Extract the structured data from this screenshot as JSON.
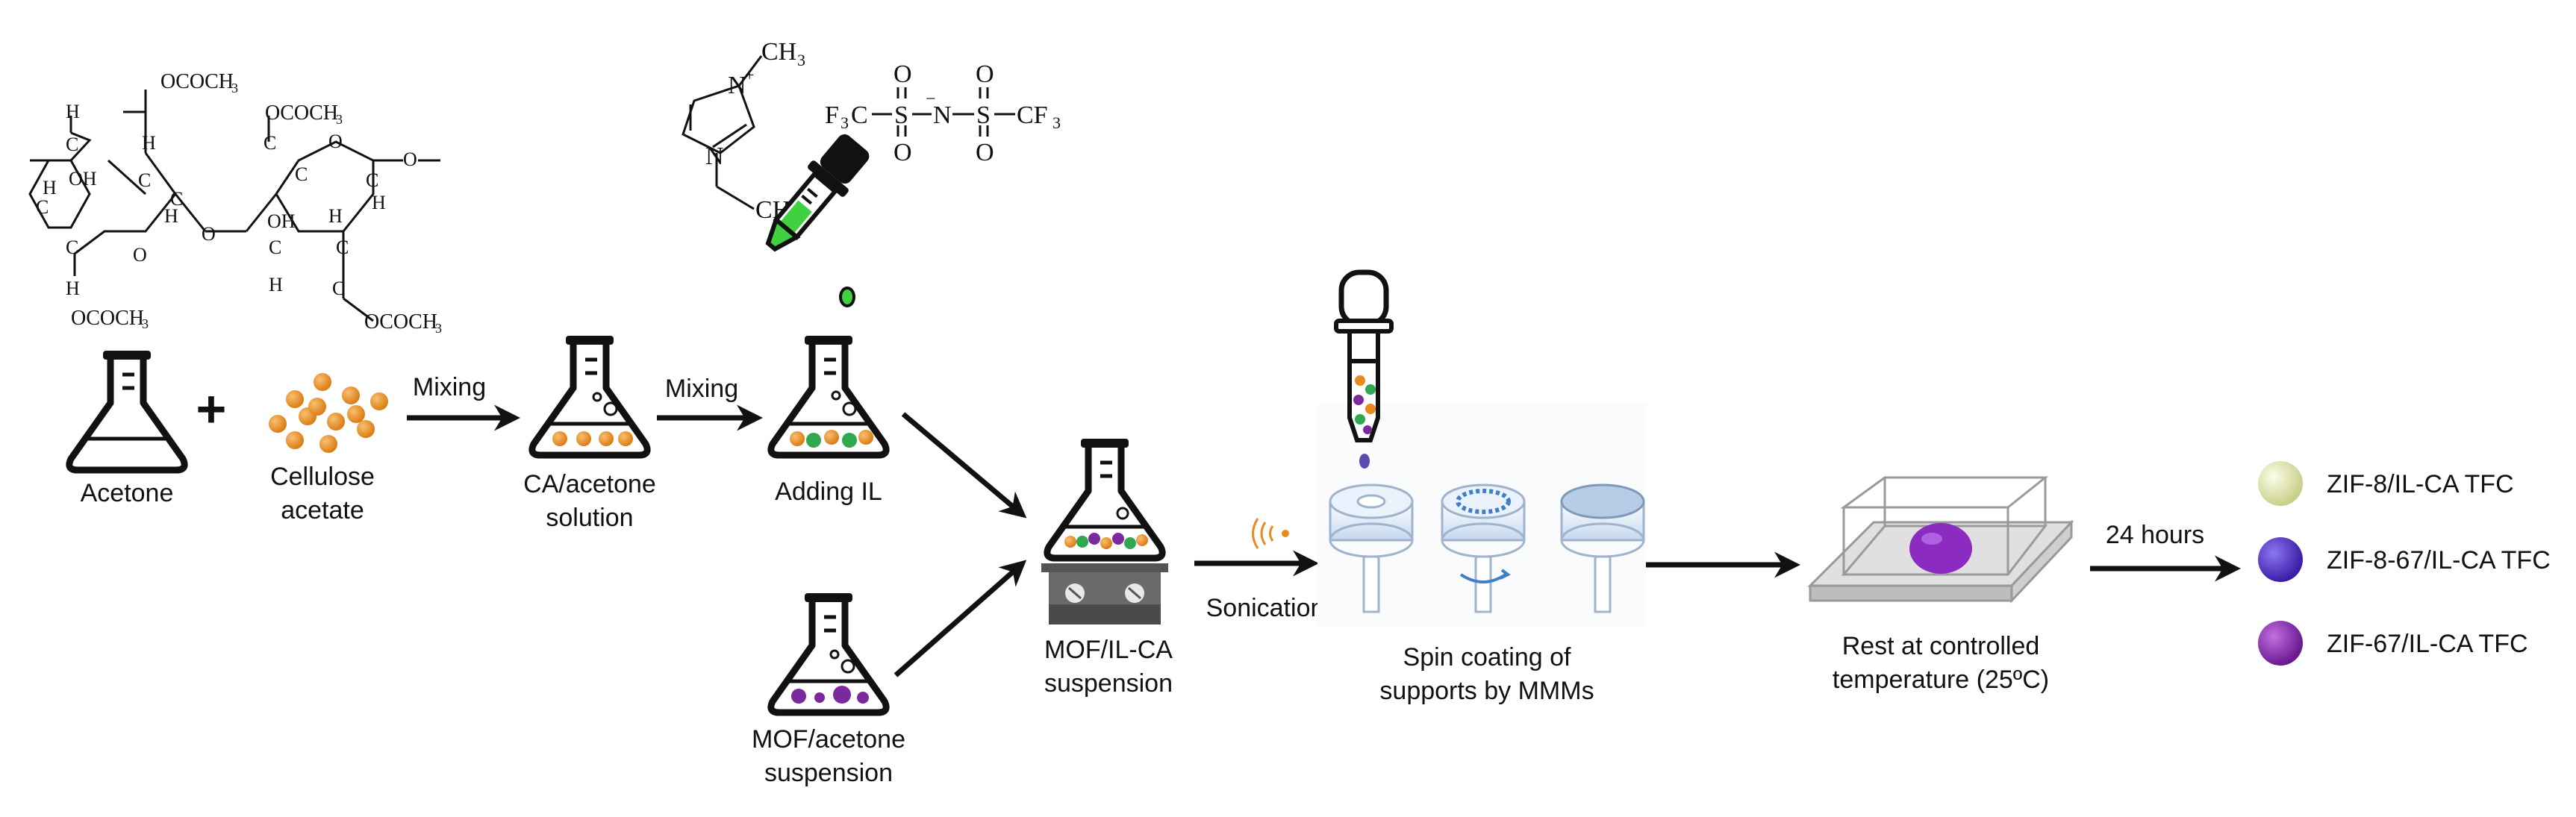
{
  "labels": {
    "acetone": "Acetone",
    "plus": "+",
    "cellulose_line1": "Cellulose",
    "cellulose_line2": "acetate",
    "mixing1": "Mixing",
    "ca_line1": "CA/acetone",
    "ca_line2": "solution",
    "mixing2": "Mixing",
    "adding_il": "Adding IL",
    "mof_line1": "MOF/acetone",
    "mof_line2": "suspension",
    "mofil_line1": "MOF/IL-CA",
    "mofil_line2": "suspension",
    "sonication": "Sonication",
    "spin_line1": "Spin coating of",
    "spin_line2": "supports by MMMs",
    "rest_line1": "Rest at controlled",
    "rest_line2": "temperature (25ºC)",
    "hours": "24 hours"
  },
  "chem": {
    "ococh3": "OCOCH",
    "sub3": "3",
    "oh": "OH",
    "h": "H",
    "c": "C",
    "o": "O",
    "n": "N",
    "s": "S",
    "ch3": "CH",
    "cf3_left": "F",
    "cf3_left_c": "C",
    "cf3_right": "CF",
    "plus_charge": "+",
    "minus_charge": "−"
  },
  "products": [
    {
      "label": "ZIF-8/IL-CA TFC",
      "color": "#e3e8b4"
    },
    {
      "label": "ZIF-8-67/IL-CA TFC",
      "color": "#5434c8"
    },
    {
      "label": "ZIF-67/IL-CA TFC",
      "color": "#8b2fb0"
    }
  ],
  "colors": {
    "orange": "#e88a1e",
    "green": "#2fa84f",
    "purple": "#7a2a9c",
    "ink": "#111111",
    "drop_green": "#3fd13f",
    "disc_blue": "#cfe0f2",
    "membrane": "#8c2bc2"
  }
}
